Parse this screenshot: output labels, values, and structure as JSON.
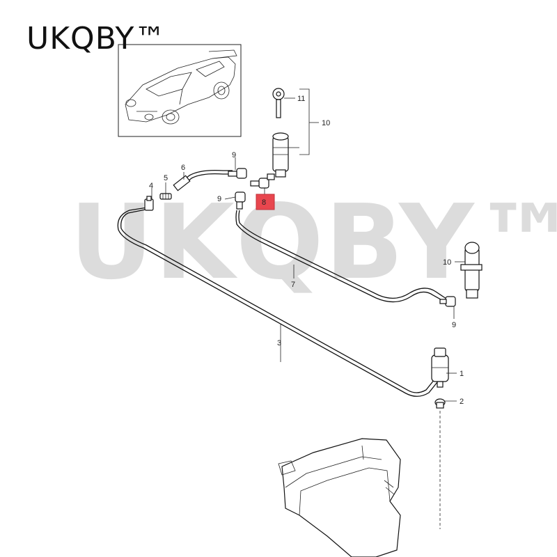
{
  "brand": {
    "text": "UKQBY™"
  },
  "watermark": {
    "text": "UKQBY™"
  },
  "callouts": {
    "c1": "1",
    "c2": "2",
    "c3": "3",
    "c4": "4",
    "c5": "5",
    "c6": "6",
    "c7": "7",
    "c8": "8",
    "c9a": "9",
    "c9b": "9",
    "c9c": "9",
    "c10a": "10",
    "c10b": "10",
    "c11": "11"
  },
  "highlight": {
    "color": "#e8464e"
  }
}
